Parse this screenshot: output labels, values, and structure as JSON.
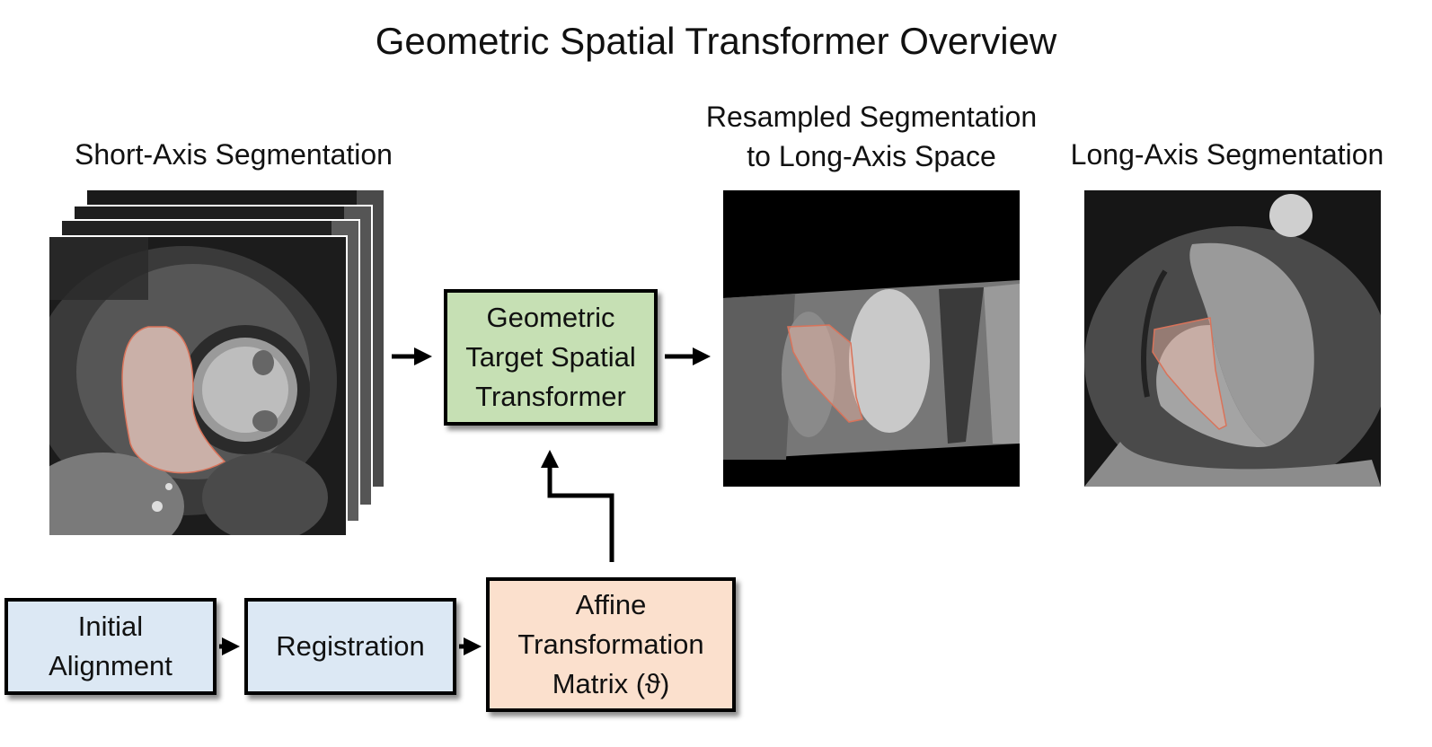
{
  "title": "Geometric Spatial Transformer Overview",
  "panels": {
    "short_axis_label": "Short-Axis Segmentation",
    "resampled_label_line1": "Resampled Segmentation",
    "resampled_label_line2": "to Long-Axis Space",
    "long_axis_label": "Long-Axis Segmentation"
  },
  "boxes": {
    "transformer": {
      "line1": "Geometric",
      "line2": "Target Spatial",
      "line3": "Transformer",
      "color": "#c6e0b4"
    },
    "initial_alignment": {
      "line1": "Initial",
      "line2": "Alignment",
      "color": "#dce8f4"
    },
    "registration": {
      "line1": "Registration",
      "color": "#dce8f4"
    },
    "affine": {
      "line1": "Affine",
      "line2": "Transformation",
      "line3": "Matrix (ϑ)",
      "color": "#fbe0cd"
    }
  },
  "colors": {
    "segmentation_overlay": "#f2b7a6",
    "arrow": "#000000"
  }
}
